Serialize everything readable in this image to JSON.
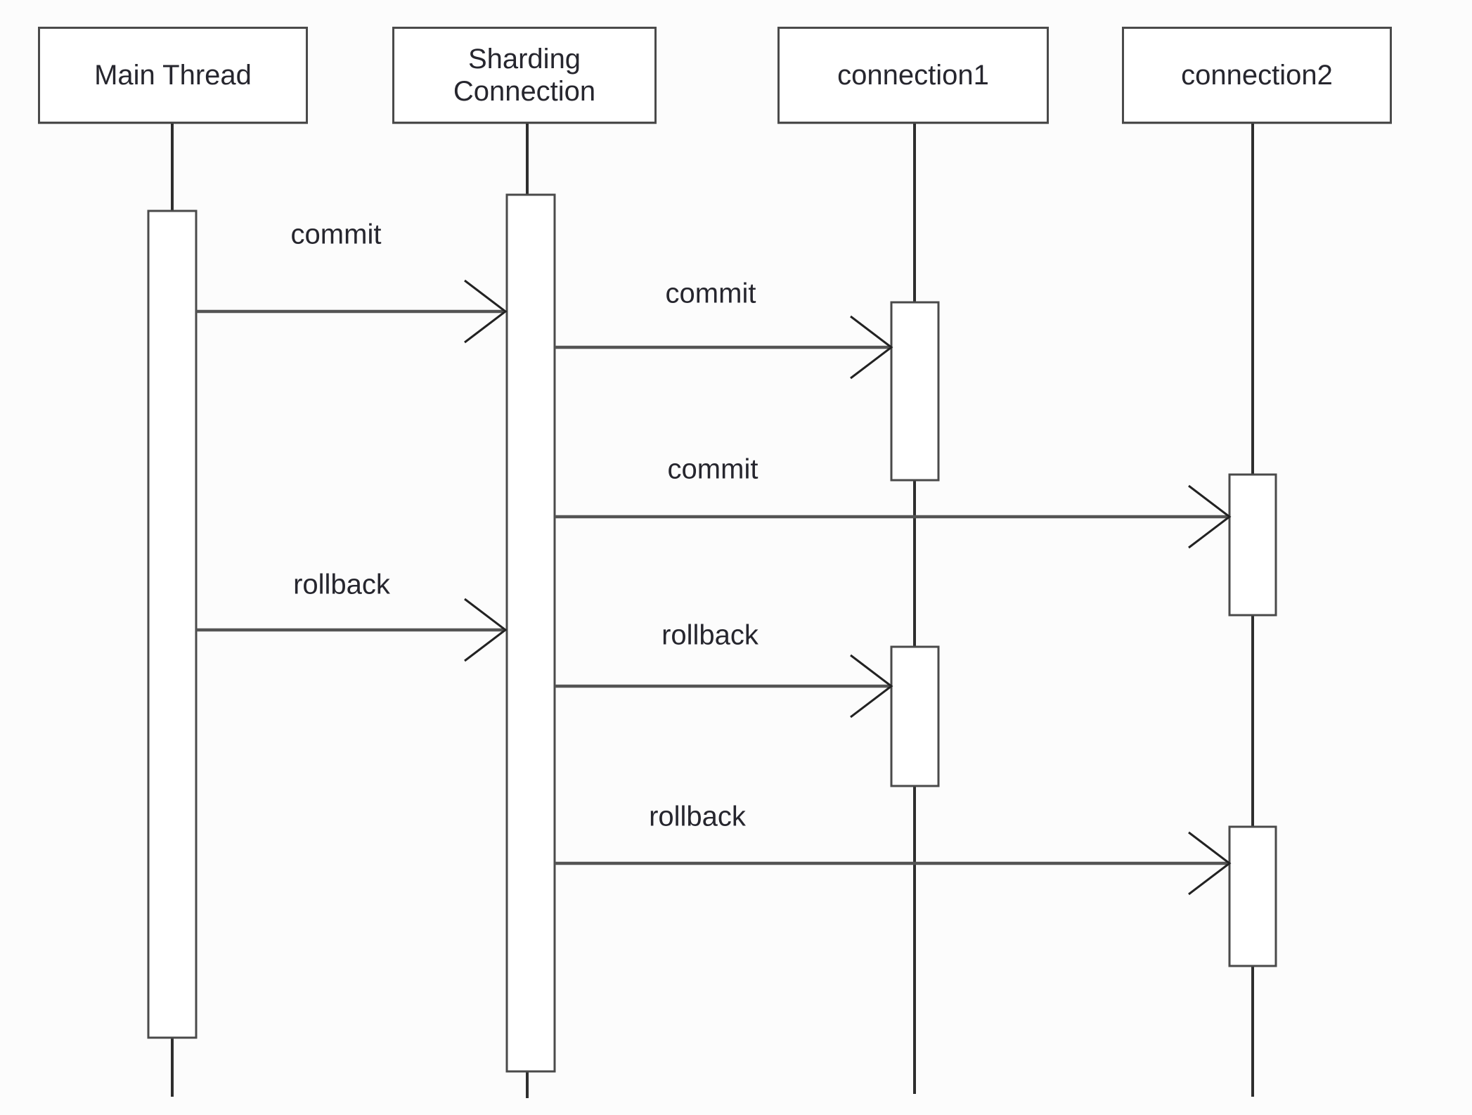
{
  "diagram": {
    "kind": "uml-sequence-diagram",
    "participants": [
      {
        "id": "main-thread",
        "label": "Main Thread"
      },
      {
        "id": "sharding-connection",
        "label": "Sharding\nConnection"
      },
      {
        "id": "connection1",
        "label": "connection1"
      },
      {
        "id": "connection2",
        "label": "connection2"
      }
    ],
    "messages": [
      {
        "label": "commit",
        "from": "Main Thread",
        "to": "Sharding Connection"
      },
      {
        "label": "commit",
        "from": "Sharding Connection",
        "to": "connection1"
      },
      {
        "label": "commit",
        "from": "Sharding Connection",
        "to": "connection2"
      },
      {
        "label": "rollback",
        "from": "Main Thread",
        "to": "Sharding Connection"
      },
      {
        "label": "rollback",
        "from": "Sharding Connection",
        "to": "connection1"
      },
      {
        "label": "rollback",
        "from": "Sharding Connection",
        "to": "connection2"
      }
    ],
    "colors": {
      "line": "#4a4a4a",
      "lifeline": "#2e2e2e",
      "shaft": "#545454",
      "head": "#222222",
      "text": "#26262e",
      "fill": "#ffffff",
      "background": "#fcfcfc"
    }
  }
}
